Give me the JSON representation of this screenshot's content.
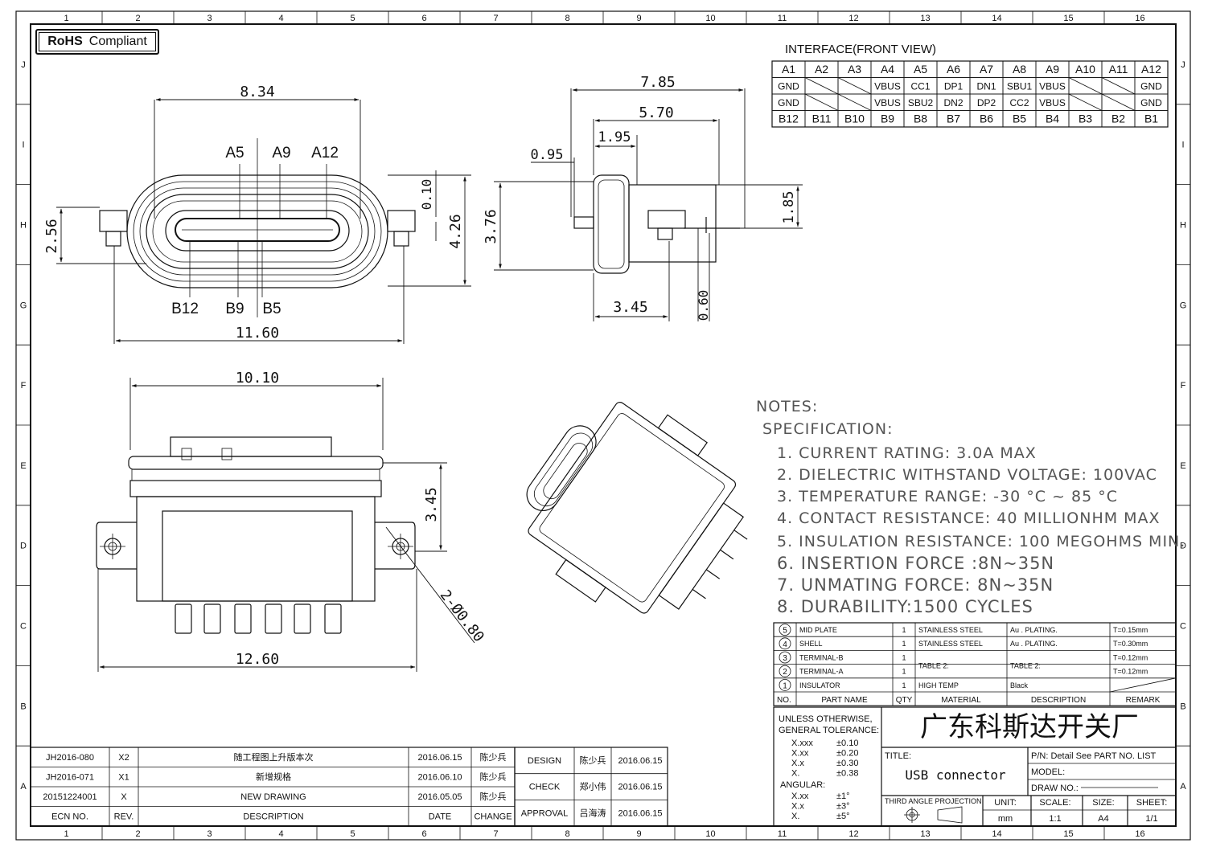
{
  "rohs": {
    "bold": "RoHS",
    "text": "Compliant"
  },
  "grid_cols": [
    "1",
    "2",
    "3",
    "4",
    "5",
    "6",
    "7",
    "8",
    "9",
    "10",
    "11",
    "12",
    "13",
    "14",
    "15",
    "16"
  ],
  "grid_rows": [
    "J",
    "I",
    "H",
    "G",
    "F",
    "E",
    "D",
    "C",
    "B",
    "A"
  ],
  "interface": {
    "title": "INTERFACE(FRONT VIEW)",
    "row_a": [
      "A1",
      "A2",
      "A3",
      "A4",
      "A5",
      "A6",
      "A7",
      "A8",
      "A9",
      "A10",
      "A11",
      "A12"
    ],
    "row_1": [
      "GND",
      "",
      "",
      "VBUS",
      "CC1",
      "DP1",
      "DN1",
      "SBU1",
      "VBUS",
      "",
      "",
      "GND"
    ],
    "row_2": [
      "GND",
      "",
      "",
      "VBUS",
      "SBU2",
      "DN2",
      "DP2",
      "CC2",
      "VBUS",
      "",
      "",
      "GND"
    ],
    "row_b": [
      "B12",
      "B11",
      "B10",
      "B9",
      "B8",
      "B7",
      "B6",
      "B5",
      "B4",
      "B3",
      "B2",
      "B1"
    ]
  },
  "dims": {
    "front_width": "8.34",
    "front_outer": "11.60",
    "front_h1": "2.56",
    "front_h2": "4.26",
    "front_h3": "0.10",
    "pin_a5": "A5",
    "pin_a9": "A9",
    "pin_a12": "A12",
    "pin_b12": "B12",
    "pin_b9": "B9",
    "pin_b5": "B5",
    "side_total": "7.85",
    "side_a": "5.70",
    "side_b": "1.95",
    "side_c": "0.95",
    "side_h": "3.76",
    "side_h2": "1.85",
    "side_d": "3.45",
    "side_e": "0.60",
    "bottom_top": "10.10",
    "bottom_h": "3.45",
    "bottom_w": "12.60",
    "bottom_hole": "2-Ø0.80"
  },
  "notes": {
    "heading": "NOTES:",
    "spec": "SPECIFICATION:",
    "items": [
      "1. CURRENT RATING: 3.0A MAX",
      "2. DIELECTRIC WITHSTAND VOLTAGE: 100VAC",
      "3. TEMPERATURE RANGE: -30 °C ~ 85 °C",
      "4. CONTACT RESISTANCE: 40 MILLIONHM MAX",
      "5. INSULATION RESISTANCE: 100 MEGOHMS MIN.",
      "6. INSERTION FORCE :8N~35N",
      "7. UNMATING FORCE: 8N~35N",
      "8. DURABILITY:1500 CYCLES"
    ]
  },
  "bom": {
    "rows": [
      {
        "no": "5",
        "part": "MID PLATE",
        "qty": "1",
        "material": "STAINLESS STEEL",
        "desc": "Au . PLATING.",
        "remark": "T=0.15mm"
      },
      {
        "no": "4",
        "part": "SHELL",
        "qty": "1",
        "material": "STAINLESS STEEL",
        "desc": "Au . PLATING.",
        "remark": "T=0.30mm"
      },
      {
        "no": "3",
        "part": "TERMINAL-B",
        "qty": "1",
        "material": "TABLE 2:",
        "desc": "TABLE 2:",
        "remark": "T=0.12mm"
      },
      {
        "no": "2",
        "part": "TERMINAL-A",
        "qty": "1",
        "material": "",
        "desc": "",
        "remark": "T=0.12mm"
      },
      {
        "no": "1",
        "part": "INSULATOR",
        "qty": "1",
        "material": "HIGH TEMP",
        "desc": "Black",
        "remark": ""
      }
    ],
    "header": {
      "no": "NO.",
      "part": "PART NAME",
      "qty": "QTY",
      "material": "MATERIAL",
      "desc": "DESCRIPTION",
      "remark": "REMARK"
    }
  },
  "title_block": {
    "tolerance_title_1": "UNLESS OTHERWISE,",
    "tolerance_title_2": "GENERAL TOLERANCE:",
    "tol": [
      [
        "X.xxx",
        "±0.10"
      ],
      [
        "X.xx",
        "±0.20"
      ],
      [
        "X.x",
        "±0.30"
      ],
      [
        "X.",
        "±0.38"
      ]
    ],
    "angular": "ANGULAR:",
    "ang": [
      [
        "X.xx",
        "±1°"
      ],
      [
        "X.x",
        "±3°"
      ],
      [
        "X.",
        "±5°"
      ]
    ],
    "company": "广东科斯达开关厂",
    "title_label": "TITLE:",
    "title": "USB connector",
    "pn": "P/N: Detail See PART NO. LIST",
    "model": "MODEL:",
    "draw_no": "DRAW NO.:",
    "projection": "THIRD ANGLE PROJECTION",
    "unit_label": "UNIT:",
    "unit": "mm",
    "scale_label": "SCALE:",
    "scale": "1:1",
    "size_label": "SIZE:",
    "size": "A4",
    "sheet_label": "SHEET:",
    "sheet": "1/1"
  },
  "revisions": {
    "rows": [
      {
        "ecn": "JH2016-080",
        "rev": "X2",
        "desc": "随工程图上升版本次",
        "date": "2016.06.15",
        "change": "陈少兵"
      },
      {
        "ecn": "JH2016-071",
        "rev": "X1",
        "desc": "新增规格",
        "date": "2016.06.10",
        "change": "陈少兵"
      },
      {
        "ecn": "20151224001",
        "rev": "X",
        "desc": "NEW DRAWING",
        "date": "2016.05.05",
        "change": "陈少兵"
      }
    ],
    "header": {
      "ecn": "ECN NO.",
      "rev": "REV.",
      "desc": "DESCRIPTION",
      "date": "DATE",
      "change": "CHANGE"
    }
  },
  "approvals": [
    {
      "role": "DESIGN",
      "name": "陈少兵",
      "date": "2016.06.15"
    },
    {
      "role": "CHECK",
      "name": "郑小伟",
      "date": "2016.06.15"
    },
    {
      "role": "APPROVAL",
      "name": "吕海涛",
      "date": "2016.06.15"
    }
  ]
}
